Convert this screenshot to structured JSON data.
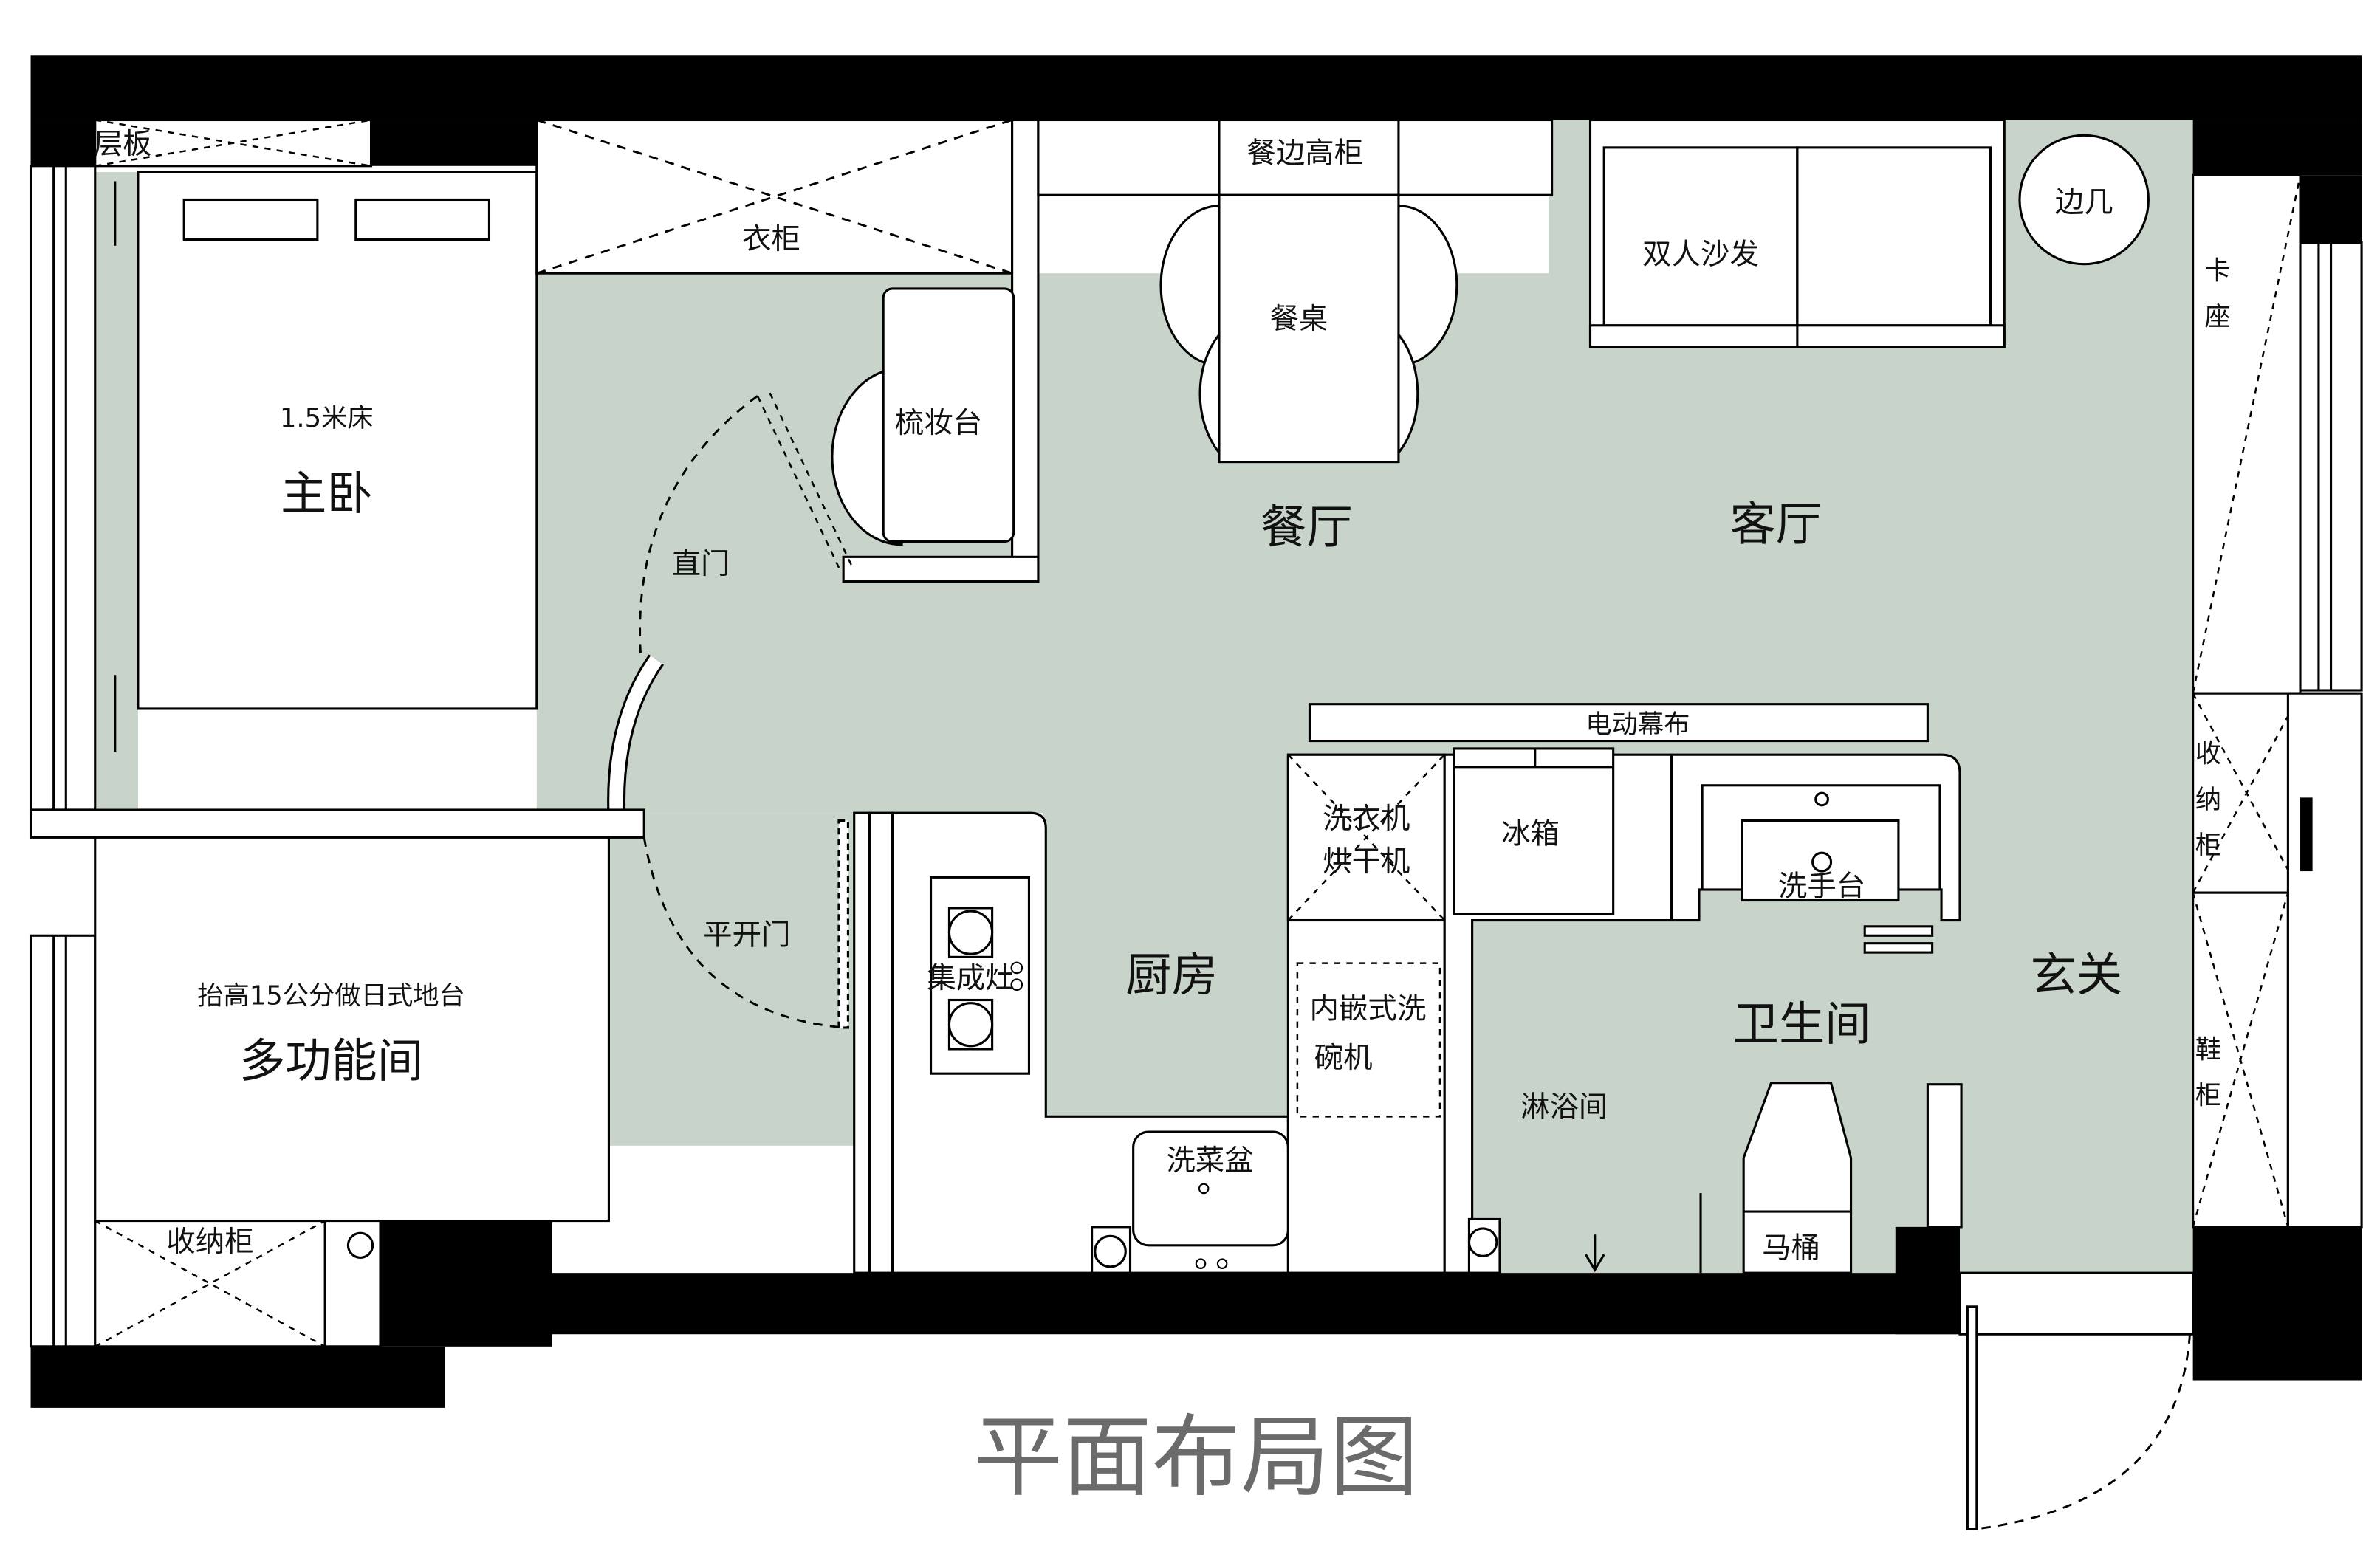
{
  "title": "平面布局图",
  "colors": {
    "wall": "#000000",
    "floor_tile": "#c8d3c9",
    "furniture_fill": "#ffffff",
    "title_text": "#6b6b6b"
  },
  "rooms": {
    "master_bedroom": "主卧",
    "multi_function": "多功能间",
    "dining": "餐厅",
    "living": "客厅",
    "kitchen": "厨房",
    "bathroom": "卫生间",
    "entrance": "玄关"
  },
  "notes": {
    "bed_size": "1.5米床",
    "platform_note": "抬高15公分做日式地台",
    "shower": "淋浴间"
  },
  "furniture": {
    "shelf": "层板",
    "wardrobe": "衣柜",
    "dresser": "梳妆台",
    "dining_tall_cabinet": "餐边高柜",
    "dining_table": "餐桌",
    "loveseat_sofa": "双人沙发",
    "side_table": "边几",
    "booth_seat_1": "卡",
    "booth_seat_2": "座",
    "electric_curtain": "电动幕布",
    "washer_dryer_1": "洗衣机",
    "washer_dryer_2": "烘干机",
    "fridge": "冰箱",
    "wash_basin": "洗手台",
    "stove": "集成灶",
    "dishwasher_1": "内嵌式洗",
    "dishwasher_2": "碗机",
    "sink": "洗菜盆",
    "toilet": "马桶",
    "storage_cabinet_bottom": "收纳柜",
    "storage_cabinet_right_1": "收",
    "storage_cabinet_right_2": "纳",
    "storage_cabinet_right_3": "柜",
    "shoe_cabinet_1": "鞋",
    "shoe_cabinet_2": "柜"
  },
  "doors": {
    "sliding_door": "直门",
    "swing_door": "平开门"
  }
}
